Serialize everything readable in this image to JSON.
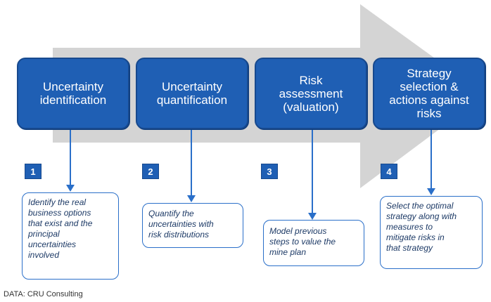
{
  "steps": [
    {
      "title": "Uncertainty\nidentification",
      "number": "1",
      "description": "Identify the real\nbusiness options\nthat exist and the\nprincipal\nuncertainties\ninvolved"
    },
    {
      "title": "Uncertainty\nquantification",
      "number": "2",
      "description": "Quantify the\nuncertainties with\nrisk distributions"
    },
    {
      "title": "Risk\nassessment\n(valuation)",
      "number": "3",
      "description": "Model previous\nsteps to value the\nmine plan"
    },
    {
      "title": "Strategy\nselection &\nactions against\nrisks",
      "number": "4",
      "description": "Select the optimal\nstrategy along with\nmeasures to\nmitigate risks in\nthat strategy"
    }
  ],
  "source": "DATA: CRU Consulting",
  "colors": {
    "box": "#1f5fb4",
    "arrow": "#d4d4d4",
    "connector": "#2a6fc9"
  }
}
